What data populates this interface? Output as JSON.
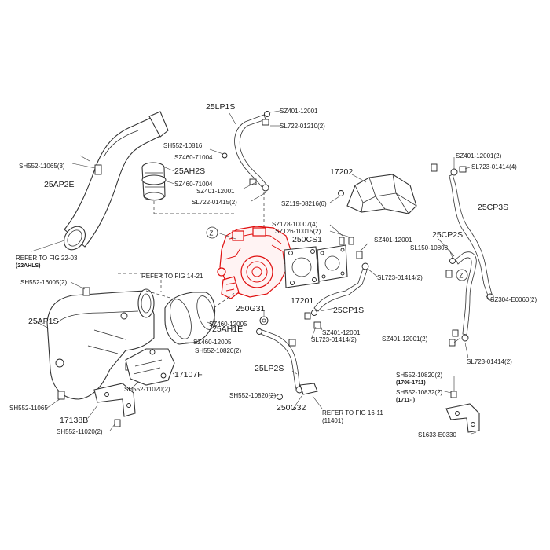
{
  "labels": {
    "sh552_11065_3": "SH552-11065(3)",
    "p25ap2e": "25AP2E",
    "refer_22_03": "REFER TO FIG 22-03",
    "refer_22_03_sub": "(22AHLS)",
    "p25lp1s": "25LP1S",
    "sz401_top": "SZ401-12001",
    "sl722_01210": "SL722-01210(2)",
    "sh552_10816": "SH552-10816",
    "sz460_71004_a": "SZ460-71004",
    "p25ah2s": "25AH2S",
    "sz460_71004_b": "SZ460-71004",
    "sz401_mid": "SZ401-12001",
    "sl722_01415": "SL722-01415(2)",
    "p17202": "17202",
    "sz119_08216": "SZ119-08216(6)",
    "sz178_10007": "SZ178-10007(4)",
    "sz126_10015": "SZ126-10015(2)",
    "p250cs1": "250CS1",
    "sz401_right": "SZ401-12001",
    "sl723_01414_2a": "SL723-01414(2)",
    "p17201": "17201",
    "p25cp1s": "25CP1S",
    "sz401_low": "SZ401-12001",
    "sl723_01414_2b": "SL723-01414(2)",
    "p250g31": "250G31",
    "p25ah1e": "25AH1E",
    "sz460_12005_a": "SZ460-12005",
    "sz460_12005_b": "SZ460-12005",
    "sh552_10820_2a": "SH552-10820(2)",
    "refer_14_21": "REFER TO FIG 14-21",
    "sh552_16005": "SH552-16005(2)",
    "p25ap1s": "25AP1S",
    "p17107f": "17107F",
    "sh552_11020_a": "SH552-11020(2)",
    "sh552_11065": "SH552-11065",
    "p17138b": "17138B",
    "sh552_11020_b": "SH552-11020(2)",
    "p25lp2s": "25LP2S",
    "sh552_10820_2b": "SH552-10820(2)",
    "p250g32": "250G32",
    "refer_16_11": "REFER TO FIG 16-11",
    "refer_16_11_sub": "(11401)",
    "sz401_12001_2a": "SZ401-12001(2)",
    "sl723_01414_4": "SL723-01414(4)",
    "p25cp3s": "25CP3S",
    "p25cp2s": "25CP2S",
    "sl150_10808": "SL150-10808",
    "sz304_e0060": "SZ304-E0060(2)",
    "sz401_12001_2b": "SZ401-12001(2)",
    "sl723_01414_2c": "SL723-01414(2)",
    "sh552_10820_2c": "SH552-10820(2)",
    "range_1706_1711": "(1706-1711)",
    "sh552_10832": "SH552-10832(2)",
    "range_1711": "(1711-        )",
    "s1633_e0330": "S1633-E0330",
    "circle_z1": "Z",
    "circle_z2": "Z"
  },
  "colors": {
    "highlight": "#e01010",
    "ink": "#333333",
    "background": "#ffffff"
  }
}
